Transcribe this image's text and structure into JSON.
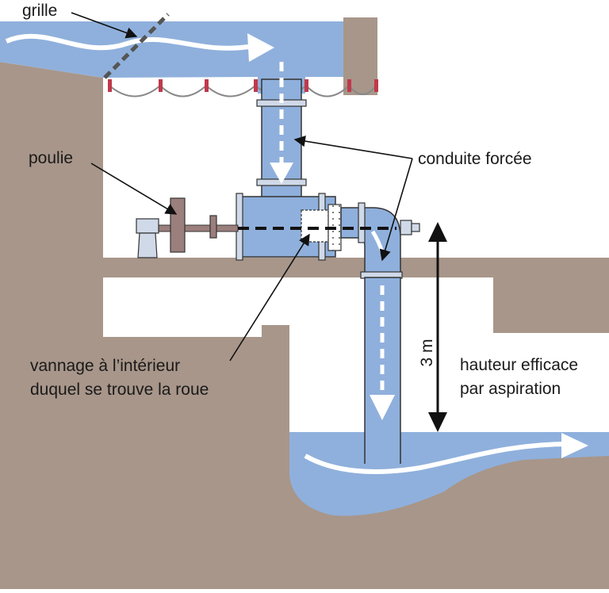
{
  "labels": {
    "grille": "grille",
    "poulie": "poulie",
    "conduite_forcee": "conduite forcée",
    "vannage_line1": "vannage à l’intérieur",
    "vannage_line2": "duquel se trouve la roue",
    "hauteur_line1": "hauteur efficace",
    "hauteur_line2": "par aspiration",
    "height_value": "3 m"
  },
  "colors": {
    "ground": "#a8968a",
    "water": "#8fb0dc",
    "water_dark": "#7a9fcf",
    "pipe": "#8fb0dc",
    "pulley": "#9b7f7d",
    "bracket": "#c0394b",
    "dark": "#222222",
    "flow_arrow": "#ffffff"
  }
}
